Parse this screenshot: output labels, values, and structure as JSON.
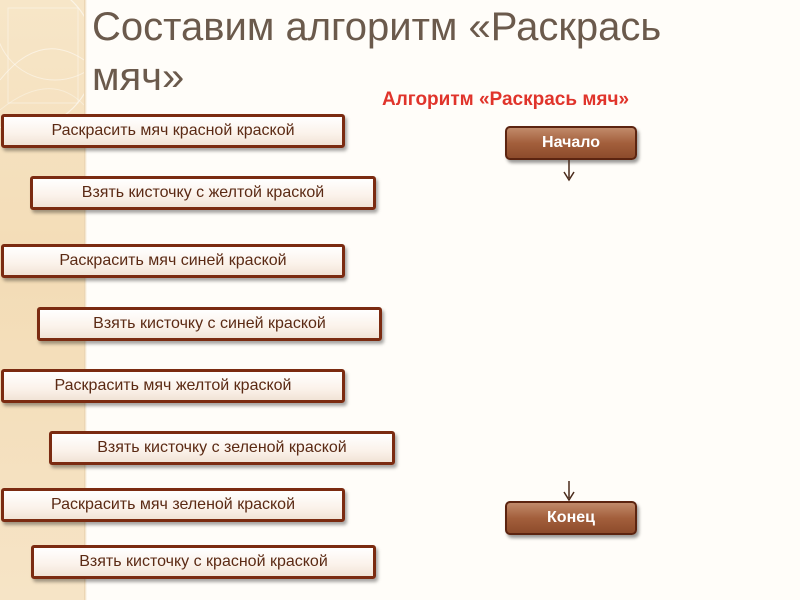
{
  "slide": {
    "title": "Составим алгоритм «Раскрась мяч»",
    "subtitle": "Алгоритм «Раскрась мяч»"
  },
  "steps": [
    "Раскрасить мяч красной краской",
    "Взять кисточку с желтой краской",
    "Раскрасить мяч синей краской",
    "Взять кисточку с синей краской",
    "Раскрасить мяч желтой краской",
    "Взять кисточку с зеленой краской",
    "Раскрасить мяч зеленой краской",
    "Взять кисточку с красной краской"
  ],
  "flowchart": {
    "start_label": "Начало",
    "end_label": "Конец"
  },
  "colors": {
    "title": "#6b5a4c",
    "subtitle": "#e0342b",
    "step_border": "#7b2b11",
    "flow_fill": "#a35f3c"
  }
}
